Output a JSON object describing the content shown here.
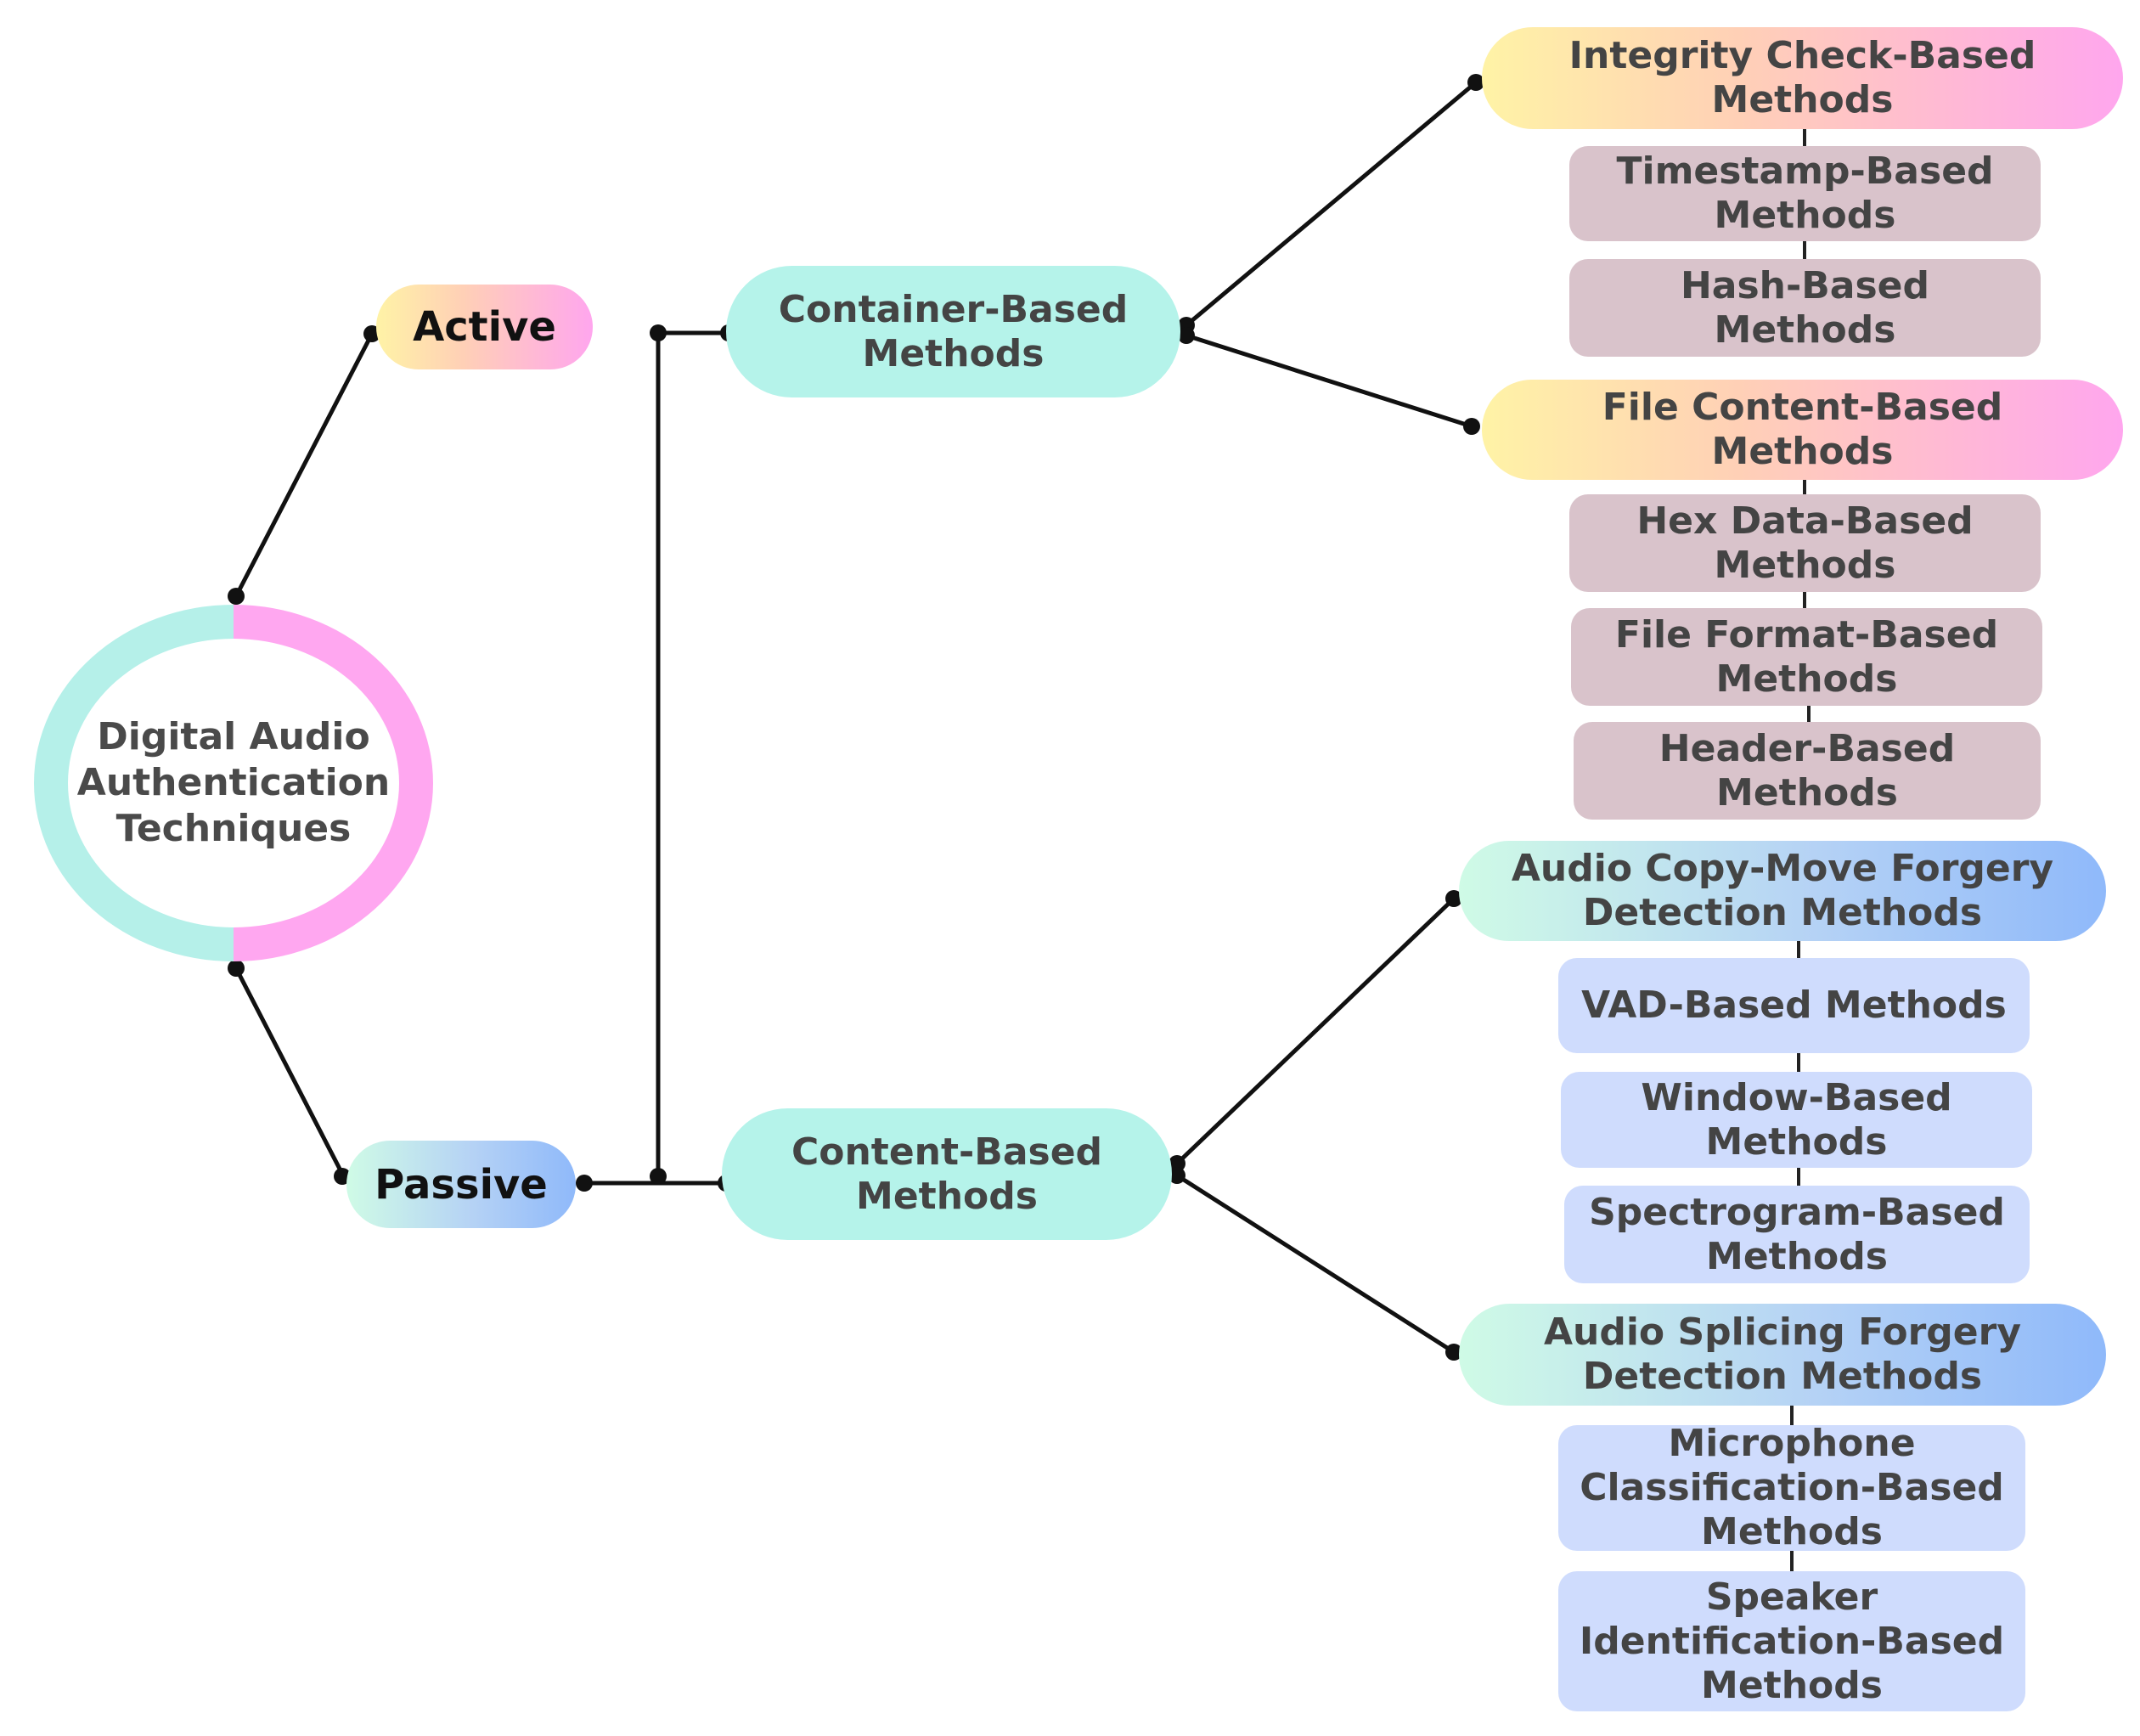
{
  "root": "Digital Audio Authentication Techniques",
  "active": "Active",
  "passive": "Passive",
  "container_based": "Container-Based Methods",
  "content_based": "Content-Based Methods",
  "integrity_check": "Integrity Check-Based Methods",
  "timestamp": "Timestamp-Based Methods",
  "hash": "Hash-Based Methods",
  "file_content": "File Content-Based Methods",
  "hex_data": "Hex Data-Based Methods",
  "file_format": "File Format-Based Methods",
  "header": "Header-Based Methods",
  "copy_move": "Audio Copy-Move Forgery Detection Methods",
  "vad": "VAD-Based Methods",
  "window": "Window-Based Methods",
  "spectrogram": "Spectrogram-Based Methods",
  "splicing": "Audio Splicing Forgery Detection Methods",
  "microphone": "Microphone Classification-Based Methods",
  "speaker": "Speaker Identification-Based Methods"
}
